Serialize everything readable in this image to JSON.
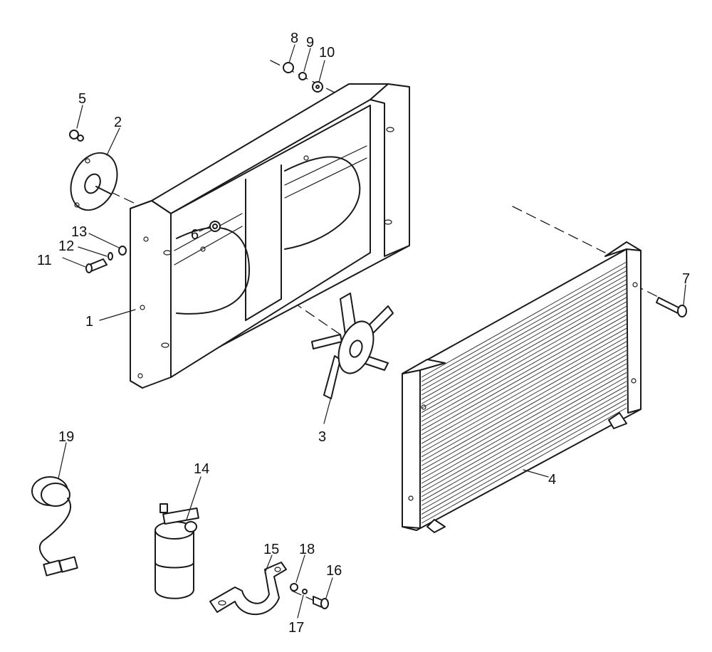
{
  "callouts": {
    "c1": "1",
    "c2": "2",
    "c3": "3",
    "c4": "4",
    "c5": "5",
    "c6": "6",
    "c7": "7",
    "c8": "8",
    "c9": "9",
    "c10": "10",
    "c11": "11",
    "c12": "12",
    "c13": "13",
    "c14": "14",
    "c15": "15",
    "c16": "16",
    "c17": "17",
    "c18": "18",
    "c19": "19"
  },
  "colors": {
    "ink": "#1a1a1a",
    "background": "#ffffff"
  }
}
